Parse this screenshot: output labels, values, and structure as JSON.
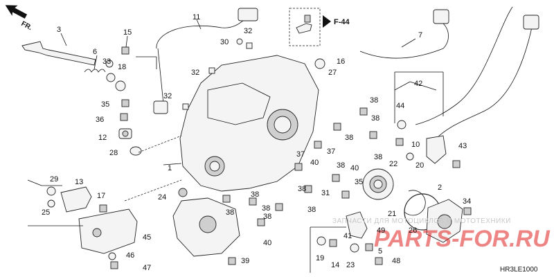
{
  "diagram": {
    "front_indicator": "FR.",
    "section_ref": "F-44",
    "drawing_code": "HR3LE1000",
    "watermark_line": "ЗАПЧАСТИ ДЛЯ МОТОЦИКЛОВ И МОТОТЕХНИКИ",
    "watermark_site": "PARTS-FOR.RU",
    "callouts": [
      {
        "id": "c1",
        "text": "1"
      },
      {
        "id": "c2",
        "text": "2"
      },
      {
        "id": "c3",
        "text": "3"
      },
      {
        "id": "c5",
        "text": "5"
      },
      {
        "id": "c6",
        "text": "6"
      },
      {
        "id": "c7",
        "text": "7"
      },
      {
        "id": "c10",
        "text": "10"
      },
      {
        "id": "c11",
        "text": "11"
      },
      {
        "id": "c12",
        "text": "12"
      },
      {
        "id": "c13",
        "text": "13"
      },
      {
        "id": "c14",
        "text": "14"
      },
      {
        "id": "c15",
        "text": "15"
      },
      {
        "id": "c16",
        "text": "16"
      },
      {
        "id": "c17",
        "text": "17"
      },
      {
        "id": "c18",
        "text": "18"
      },
      {
        "id": "c19",
        "text": "19"
      },
      {
        "id": "c20",
        "text": "20"
      },
      {
        "id": "c21",
        "text": "21"
      },
      {
        "id": "c22",
        "text": "22"
      },
      {
        "id": "c23",
        "text": "23"
      },
      {
        "id": "c24",
        "text": "24"
      },
      {
        "id": "c25",
        "text": "25"
      },
      {
        "id": "c26",
        "text": "26"
      },
      {
        "id": "c27",
        "text": "27"
      },
      {
        "id": "c28",
        "text": "28"
      },
      {
        "id": "c29",
        "text": "29"
      },
      {
        "id": "c30",
        "text": "30"
      },
      {
        "id": "c31",
        "text": "31"
      },
      {
        "id": "c32a",
        "text": "32"
      },
      {
        "id": "c32b",
        "text": "32"
      },
      {
        "id": "c32c",
        "text": "32"
      },
      {
        "id": "c33",
        "text": "33"
      },
      {
        "id": "c34",
        "text": "34"
      },
      {
        "id": "c35a",
        "text": "35"
      },
      {
        "id": "c35b",
        "text": "35"
      },
      {
        "id": "c36",
        "text": "36"
      },
      {
        "id": "c37a",
        "text": "37"
      },
      {
        "id": "c37b",
        "text": "37"
      },
      {
        "id": "c38a",
        "text": "38"
      },
      {
        "id": "c38b",
        "text": "38"
      },
      {
        "id": "c38c",
        "text": "38"
      },
      {
        "id": "c38d",
        "text": "38"
      },
      {
        "id": "c38e",
        "text": "38"
      },
      {
        "id": "c38f",
        "text": "38"
      },
      {
        "id": "c38g",
        "text": "38"
      },
      {
        "id": "c38h",
        "text": "38"
      },
      {
        "id": "c38i",
        "text": "38"
      },
      {
        "id": "c38j",
        "text": "38"
      },
      {
        "id": "c38k",
        "text": "38"
      },
      {
        "id": "c39",
        "text": "39"
      },
      {
        "id": "c40a",
        "text": "40"
      },
      {
        "id": "c40b",
        "text": "40"
      },
      {
        "id": "c40c",
        "text": "40"
      },
      {
        "id": "c41",
        "text": "41"
      },
      {
        "id": "c42",
        "text": "42"
      },
      {
        "id": "c43",
        "text": "43"
      },
      {
        "id": "c44",
        "text": "44"
      },
      {
        "id": "c45",
        "text": "45"
      },
      {
        "id": "c46",
        "text": "46"
      },
      {
        "id": "c47",
        "text": "47"
      },
      {
        "id": "c48",
        "text": "48"
      },
      {
        "id": "c49",
        "text": "49"
      }
    ]
  }
}
